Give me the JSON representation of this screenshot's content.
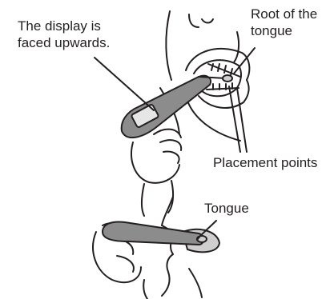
{
  "labels": {
    "display_line1": "The display is",
    "display_line2": "faced upwards.",
    "root_line1": "Root of the",
    "root_line2": "tongue",
    "placement": "Placement points",
    "tongue": "Tongue"
  },
  "colors": {
    "line": "#231f20",
    "thermometer_fill": "#8c8c8c",
    "tongue_fill": "#cfcfcf",
    "display_fill": "#e6e6e6"
  }
}
